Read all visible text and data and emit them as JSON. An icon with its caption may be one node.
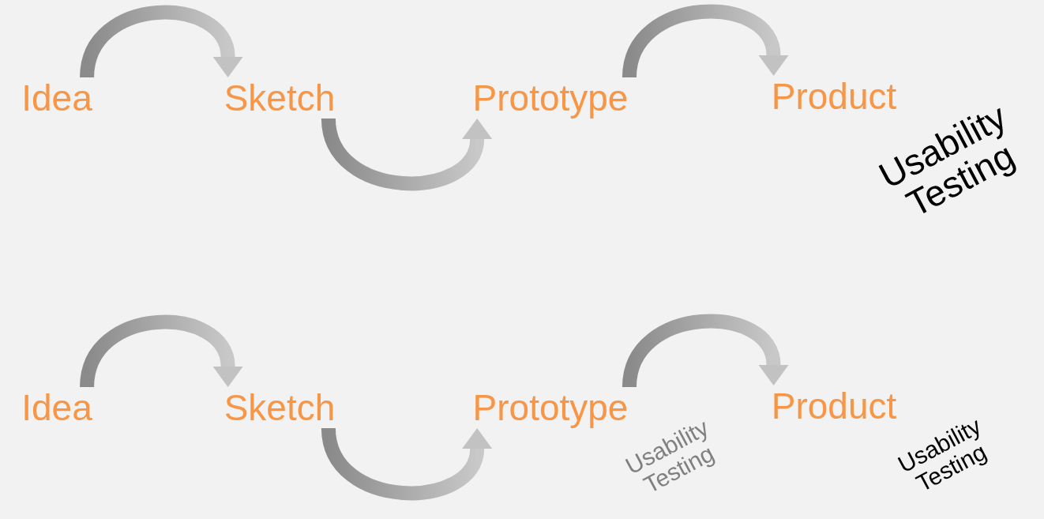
{
  "diagram": {
    "nodes": [
      {
        "text": [
          "Idea"
        ]
      },
      {
        "text": [
          "Sketch"
        ]
      },
      {
        "text": [
          "Prototype"
        ]
      },
      {
        "text": [
          "Product"
        ]
      },
      {
        "text": [
          "Idea"
        ]
      },
      {
        "text": [
          "Sketch"
        ]
      },
      {
        "text": [
          "Prototype"
        ]
      },
      {
        "text": [
          "Product"
        ]
      }
    ],
    "edges": [
      {
        "from": 0,
        "to": 1,
        "arrow": "to",
        "style": "thick"
      },
      {
        "from": 1,
        "to": 2,
        "arrow": "to",
        "style": "thick"
      },
      {
        "from": 2,
        "to": 3,
        "arrow": "to",
        "style": "thick"
      },
      {
        "from": 4,
        "to": 5,
        "arrow": "to",
        "style": "thick"
      },
      {
        "from": 5,
        "to": 6,
        "arrow": "to",
        "style": "thick"
      },
      {
        "from": 6,
        "to": 7,
        "arrow": "to",
        "style": "thick"
      }
    ],
    "labels": [
      "Usability Testing",
      "Usability Testing",
      "Usability Testing"
    ]
  }
}
